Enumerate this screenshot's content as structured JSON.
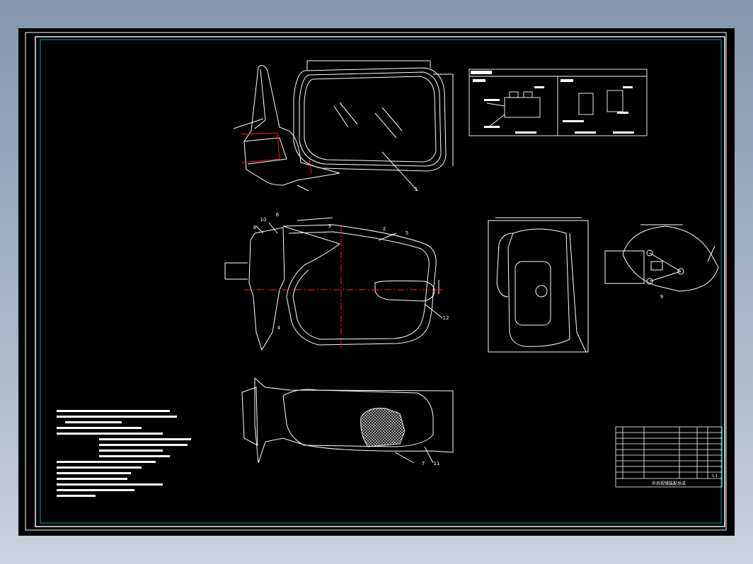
{
  "drawing": {
    "view_labels": [
      "1",
      "2",
      "3",
      "4",
      "5",
      "6",
      "7",
      "8",
      "9",
      "10",
      "11",
      "12"
    ],
    "title_block": {
      "title": "外后视镜装配总成",
      "scale": "1:1"
    }
  },
  "colors": {
    "background": "#000000",
    "frame": "#ffffff",
    "inner_frame": "#00c8c8",
    "centerline": "#ff2020"
  }
}
